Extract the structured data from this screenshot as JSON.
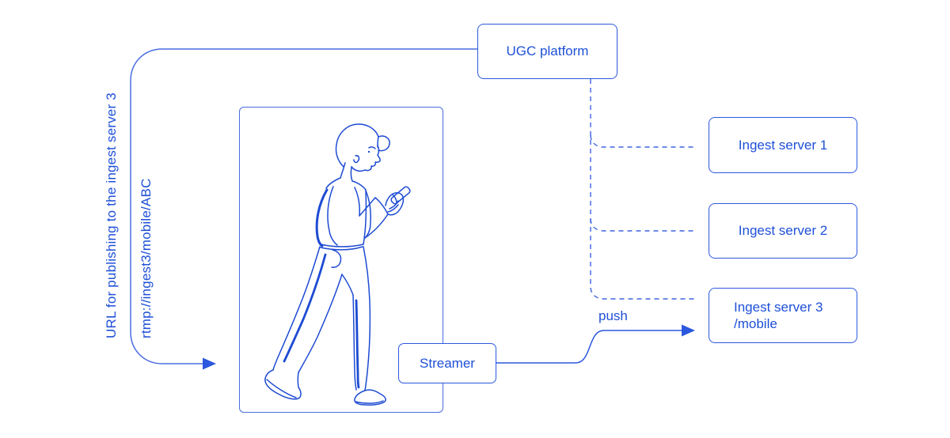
{
  "colors": {
    "text": "#1e50d8",
    "stroke": "#2c58de",
    "connector": "#4a6ce0",
    "dash": "#3e64de",
    "person": "#1d4bd3",
    "background": "#ffffff"
  },
  "nodes": {
    "ugc_platform": {
      "label": "UGC platform"
    },
    "streamer": {
      "label": "Streamer"
    },
    "ingest_servers": [
      {
        "label": "Ingest server 1"
      },
      {
        "label": "Ingest server 2"
      },
      {
        "label": "Ingest server 3",
        "sublabel": "/mobile"
      }
    ]
  },
  "annotations": {
    "url_caption": "URL for publishing to the ingest server 3",
    "rtmp_url": "rtmp://ingest3/mobile/ABC",
    "push_label": "push"
  },
  "icons": [
    {
      "name": "walking-person-phone-illustration"
    },
    {
      "name": "arrow-head-icon"
    }
  ]
}
